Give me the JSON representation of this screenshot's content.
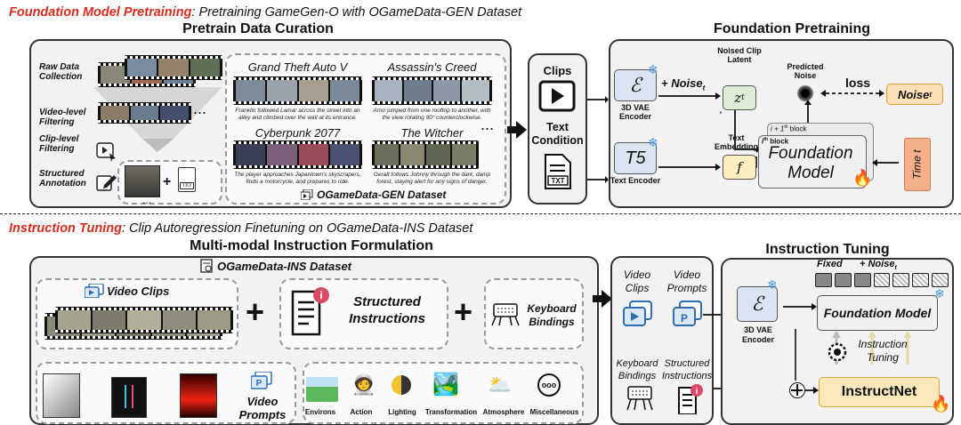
{
  "top": {
    "heading_highlight": "Foundation Model Pretraining",
    "heading_rest": ": Pretraining GameGen-O with OGameData-GEN Dataset",
    "curation_title": "Pretrain Data Curation",
    "pretrain_title": "Foundation Pretraining",
    "stages": [
      "Raw Data Collection",
      "Video-level Filtering",
      "Clip-level Filtering",
      "Structured Annotation"
    ],
    "txt_badge": "TXT",
    "games": [
      {
        "title": "Grand Theft Auto V",
        "caption": "Franklin followed Lamar across the street into an alley and climbed over the wall at its entrance."
      },
      {
        "title": "Assassin's Creed",
        "caption": "Arno jumped from one rooftop to another, with the view rotating 90° counterclockwise."
      },
      {
        "title": "Cyberpunk 2077",
        "caption": "The player approaches Japantown's skyscrapers, finds a motorcycle, and prepares to ride."
      },
      {
        "title": "The Witcher",
        "caption": "Geralt follows Johnny through the dark, damp forest, staying alert for any signs of danger."
      }
    ],
    "ellipsis": "...",
    "dataset_label": "OGameData-GEN Dataset",
    "clips_label": "Clips",
    "text_condition": "Text Condition",
    "vae_symbol": "ℰ",
    "vae_label": "3D VAE Encoder",
    "t5_symbol": "T5",
    "t5_label": "Text Encoder",
    "noise_prefix": "+ Noise",
    "noise_sub": "t",
    "noised_label": "Noised Clip Latent",
    "zt_main": "z",
    "zt_sub": "t",
    "text_emb_label": "Text Embedding",
    "f_symbol": "f",
    "predicted_label": "Predicted Noise",
    "loss_label": "loss",
    "noise_box_main": "Noise",
    "noise_box_sub": "t",
    "block1_label": "i + 1",
    "block1_sup": "th",
    "block1_tail": " block",
    "block2_label": "i",
    "block2_sup": "th",
    "block2_tail": " block",
    "foundation_label": "Foundation Model",
    "time_label": "Time t"
  },
  "bottom": {
    "heading_highlight": "Instruction Tuning",
    "heading_rest": ": Clip Autoregression Finetuning on OGameData-INS Dataset",
    "formulation_title": "Multi-modal Instruction Formulation",
    "tuning_title": "Instruction Tuning",
    "dataset_label": "OGameData-INS Dataset",
    "video_clips": "Video Clips",
    "structured_instr": "Structured Instructions",
    "keyboard": "Keyboard Bindings",
    "plus": "+",
    "video_prompts": "Video Prompts",
    "prompt_p": "P",
    "categories": [
      "Environs",
      "Action",
      "Lighting",
      "Transformation",
      "Atmosphere",
      "Miscellaneous"
    ],
    "misc_icon": "ooo",
    "mid_video_clips": "Video Clips",
    "mid_video_prompts": "Video Prompts",
    "mid_keyboard": "Keyboard Bindings",
    "mid_structured": "Structured Instructions",
    "vae_symbol": "ℰ",
    "vae_label": "3D VAE Encoder",
    "fixed_label": "Fixed",
    "noise_prefix": "+ Noise",
    "noise_sub": "t",
    "foundation_label": "Foundation Model",
    "instr_tuning": "Instruction Tuning",
    "instructnet": "InstructNet"
  },
  "colors": {
    "highlight": "#d62c1f",
    "encoder_blue": "#d9e6f2",
    "latent_green": "#dcefd6",
    "embed_yellow": "#fbeec0",
    "noise_orange": "#fde0b6",
    "time_orange": "#f4b08a",
    "instructnet_yellow": "#fbe9bb"
  }
}
